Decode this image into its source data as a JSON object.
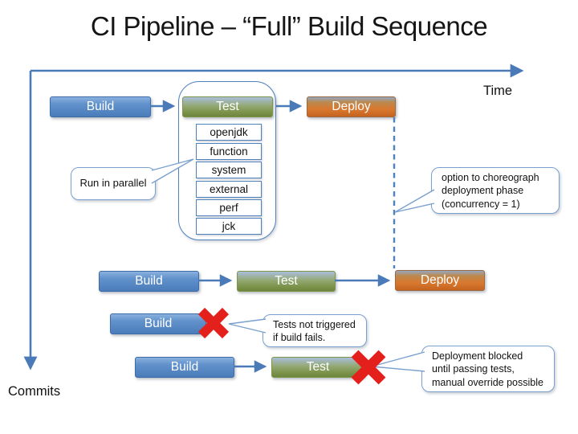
{
  "title": "CI Pipeline – “Full” Build Sequence",
  "axes": {
    "time": "Time",
    "commits": "Commits"
  },
  "rows": {
    "r1": {
      "build": "Build",
      "test": "Test",
      "deploy": "Deploy"
    },
    "r2": {
      "build": "Build",
      "test": "Test",
      "deploy": "Deploy"
    },
    "r3": {
      "build": "Build"
    },
    "r4": {
      "build": "Build",
      "test": "Test"
    }
  },
  "test_suites": [
    "openjdk",
    "function",
    "system",
    "external",
    "perf",
    "jck"
  ],
  "callouts": {
    "run_in_parallel": "Run in parallel",
    "choreograph": "option to choreograph\ndeployment phase\n(concurrency = 1)",
    "tests_not_triggered": "Tests not triggered\nif build fails.",
    "deployment_blocked": "Deployment blocked\nuntil passing tests,\nmanual override possible"
  },
  "colors": {
    "arrow_blue": "#4f81bd",
    "build_fill": "#4a7cba",
    "test_fill": "#7a9148",
    "deploy_fill": "#d9772e",
    "failure_red": "#e3201b"
  }
}
